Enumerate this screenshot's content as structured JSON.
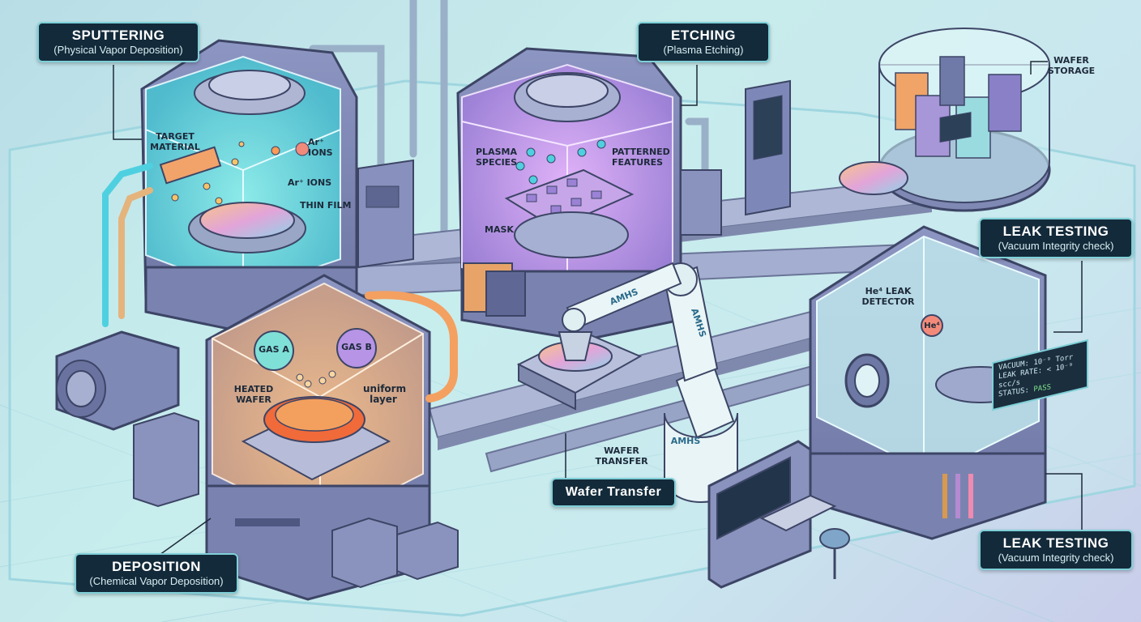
{
  "callouts": {
    "sputtering": {
      "title": "SPUTTERING",
      "subtitle": "(Physical Vapor Deposition)"
    },
    "etching": {
      "title": "ETCHING",
      "subtitle": "(Plasma Etching)"
    },
    "leak_testing_top": {
      "title": "LEAK TESTING",
      "subtitle": "(Vacuum Integrity check)"
    },
    "leak_testing_bottom": {
      "title": "LEAK TESTING",
      "subtitle": "(Vacuum Integrity check)"
    },
    "deposition": {
      "title": "DEPOSITION",
      "subtitle": "(Chemical Vapor Deposition)"
    },
    "wafer_transfer": {
      "title": "Wafer Transfer"
    }
  },
  "labels": {
    "wafer_storage": [
      "WAFER",
      "STORAGE"
    ],
    "target_material": [
      "TARGET",
      "MATERIAL"
    ],
    "ar_ions_1": [
      "Ar⁺",
      "IONS"
    ],
    "ar_ions_2": "Ar⁺ IONS",
    "thin_film": "THIN FILM",
    "plasma_species": [
      "PLASMA",
      "SPECIES"
    ],
    "patterned_features": [
      "PATTERNED",
      "FEATURES"
    ],
    "mask": "MASK",
    "gas_a": "GAS A",
    "gas_b": "GAS B",
    "heated_wafer": [
      "HEATED",
      "WAFER"
    ],
    "uniform_layer": [
      "uniform",
      "layer"
    ],
    "he_leak_detector": [
      "He⁴ LEAK",
      "DETECTOR"
    ],
    "he_probe": "He⁴",
    "wafer_transfer_small": [
      "WAFER",
      "TRANSFER"
    ],
    "amhs_arm": "AMHS",
    "amhs_base": "AMHS",
    "amhs_column": "AMHS"
  },
  "status_panel": {
    "line1": "VACUUM: 10⁻⁹ Torr",
    "line2": "LEAK RATE: < 10⁻⁹ scc/s",
    "line3_prefix": "STATUS:",
    "line3_value": "PASS"
  },
  "colors": {
    "callout_bg": "#132a3a",
    "callout_border": "#7fd0d8",
    "chamber_glass": "#8fd8e0",
    "sputter_glow": "#5fe8e8",
    "plasma_glow": "#c98ff0",
    "cvd_glow": "#f2a060",
    "machine_body": "#7d86b4",
    "rail": "#98a4c6"
  }
}
